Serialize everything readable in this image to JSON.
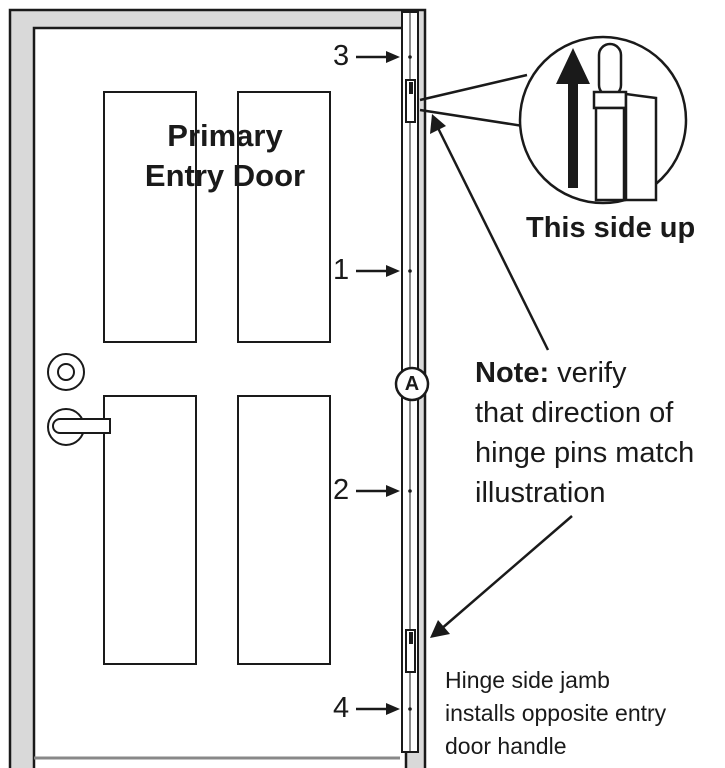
{
  "door": {
    "title_line1": "Primary",
    "title_line2": "Entry Door"
  },
  "markers": [
    "3",
    "1",
    "2",
    "4"
  ],
  "callout": {
    "label": "A"
  },
  "zoom": {
    "caption": "This side up"
  },
  "note": {
    "bold": "Note:",
    "text1": " verify",
    "line2": "that direction of",
    "line3": "hinge pins match",
    "line4": "illustration"
  },
  "jamb_note": {
    "line1": "Hinge side jamb",
    "line2": "installs opposite entry",
    "line3": "door handle"
  },
  "colors": {
    "ink": "#1a1a1a",
    "frame_gray": "#d9d9d9",
    "paper": "#ffffff"
  }
}
